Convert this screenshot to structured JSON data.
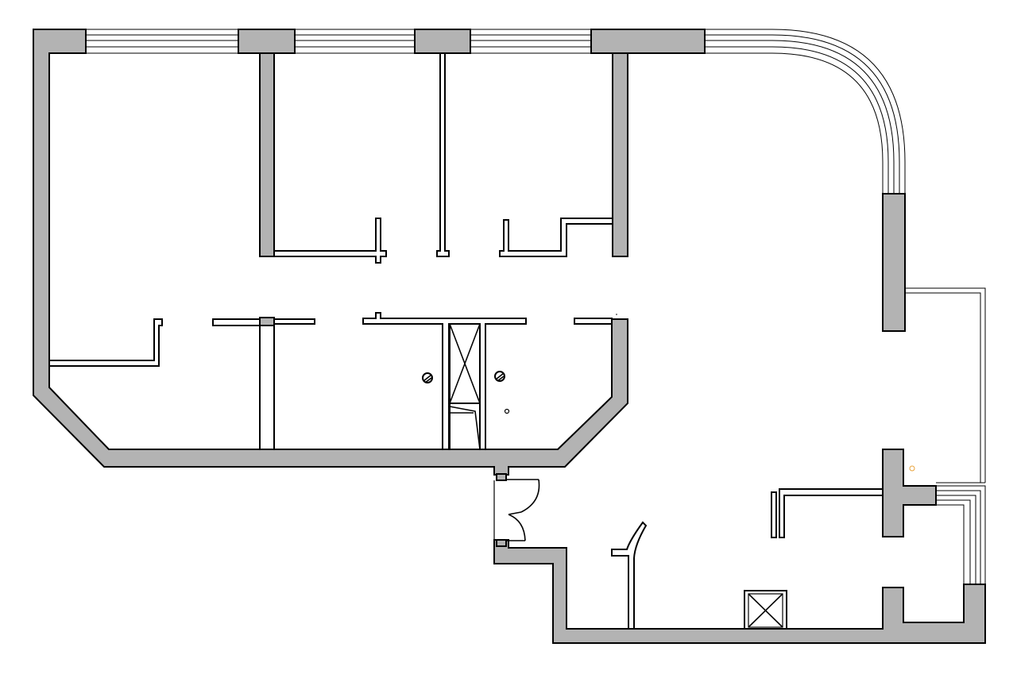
{
  "drawing": {
    "kind": "floor-plan",
    "labels": [],
    "colors": {
      "wall_fill": "#b3b3b3",
      "line": "#000000",
      "background": "#ffffff",
      "accent": "#e8a33b"
    },
    "symbols": [
      "double-door",
      "swing-door",
      "elevator-shaft",
      "stair-core",
      "round-column"
    ]
  }
}
